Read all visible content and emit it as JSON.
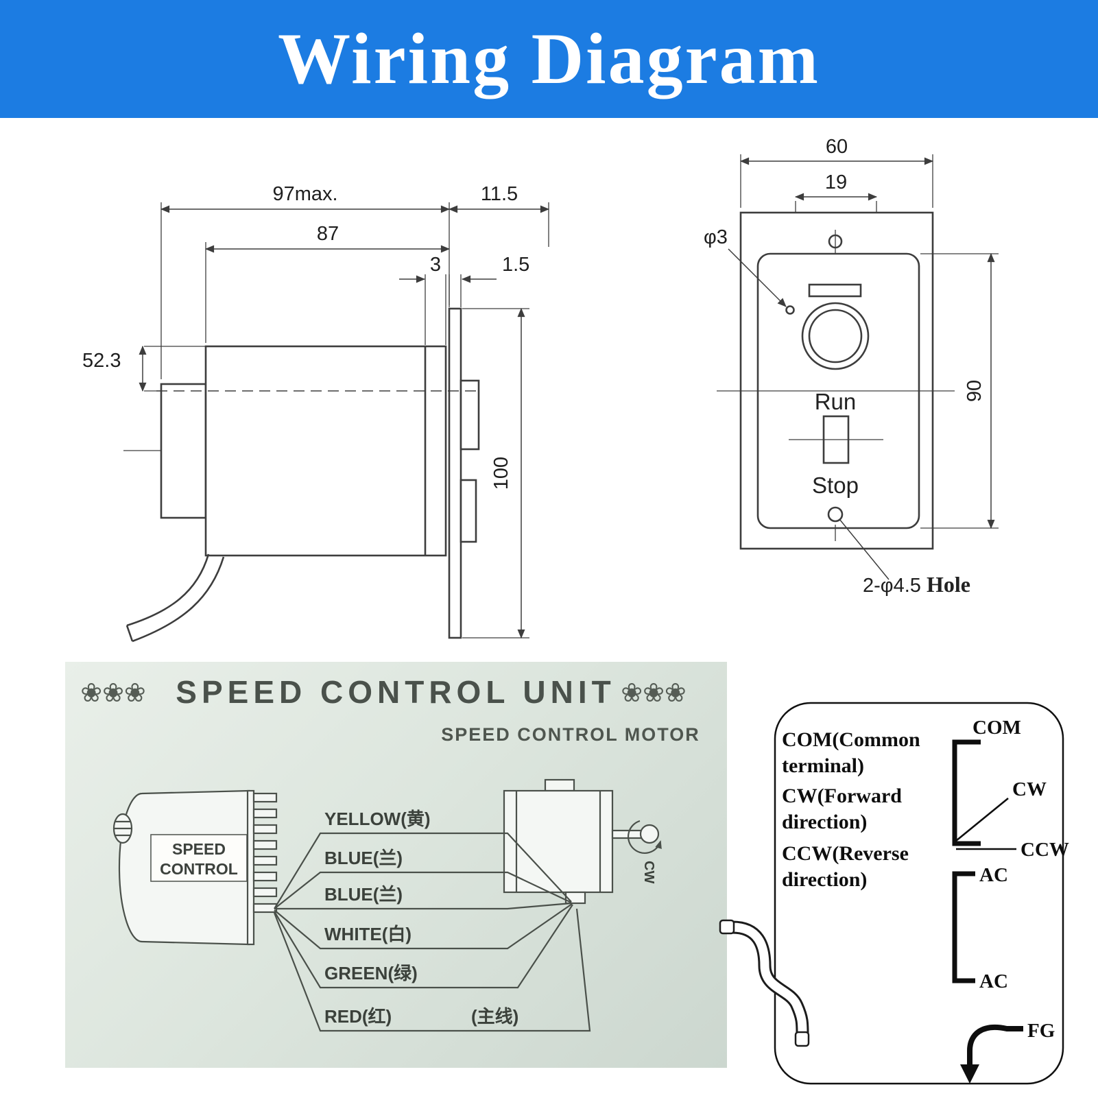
{
  "header": {
    "title": "Wiring Diagram",
    "bg_color": "#1c7ce2"
  },
  "side_view": {
    "dim_length_max": "97max.",
    "dim_body": "87",
    "dim_3": "3",
    "dim_1_5": "1.5",
    "dim_11_5": "11.5",
    "dim_52_3": "52.3",
    "dim_100": "100"
  },
  "front_view": {
    "dim_60": "60",
    "dim_19": "19",
    "dim_phi3": "φ3",
    "dim_90": "90",
    "run_label": "Run",
    "stop_label": "Stop",
    "hole_dim": "2-φ4.5 ",
    "hole_word": "Hole"
  },
  "photo": {
    "flowers_left": "❀❀❀",
    "flowers_right": "❀❀❀",
    "title": "SPEED CONTROL UNIT",
    "subtitle": "SPEED CONTROL MOTOR",
    "device_line1": "SPEED",
    "device_line2": "CONTROL",
    "cw_label": "CW",
    "wires": [
      {
        "label": "YELLOW(黄)"
      },
      {
        "label": "BLUE(兰)"
      },
      {
        "label": "BLUE(兰)"
      },
      {
        "label": "WHITE(白)"
      },
      {
        "label": "GREEN(绿)"
      },
      {
        "label": "RED(红)"
      }
    ],
    "main_line": "(主线)"
  },
  "terminal": {
    "desc": [
      "COM(Common",
      "terminal)",
      "CW(Forward",
      "direction)",
      "CCW(Reverse",
      "direction)"
    ],
    "com": "COM",
    "cw": "CW",
    "ccw": "CCW",
    "ac1": "AC",
    "ac2": "AC",
    "fg": "FG"
  }
}
